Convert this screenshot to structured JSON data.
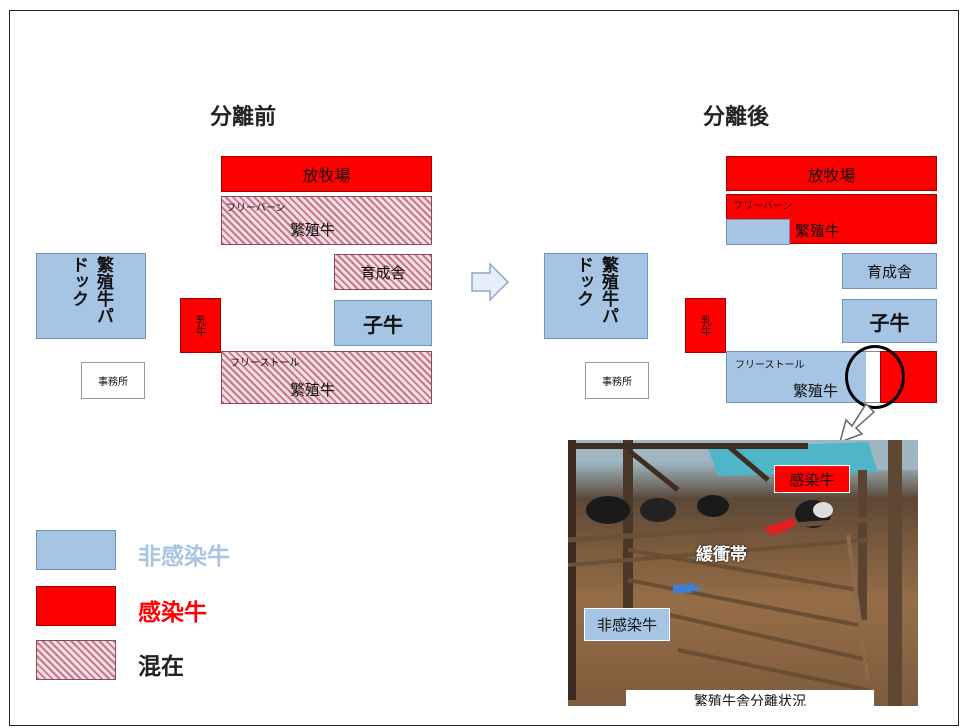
{
  "before": {
    "heading": "分離前",
    "pasture": "放牧場",
    "freebarn_small": "フリーバーン",
    "freebarn_cattle": "繁殖牛",
    "paddock": "繁殖牛パドック",
    "rearing": "育成舎",
    "dairy": "乳牛",
    "calf": "子牛",
    "office": "事務所",
    "freestall_small": "フリーストール",
    "freestall_cattle": "繁殖牛"
  },
  "after": {
    "heading": "分離後",
    "pasture": "放牧場",
    "freebarn_small": "フリーバーン",
    "freebarn_cattle": "繁殖牛",
    "paddock": "繁殖牛パドック",
    "rearing": "育成舎",
    "dairy": "乳牛",
    "calf": "子牛",
    "office": "事務所",
    "freestall_small": "フリーストール",
    "freestall_cattle": "繁殖牛"
  },
  "photo": {
    "infected_label": "感染牛",
    "buffer_label": "緩衝帯",
    "non_infected_label": "非感染牛",
    "caption": "繁殖牛舎分離状況"
  },
  "legend": [
    {
      "label": "非感染牛",
      "swatch": "blue",
      "color": "#a6c4e4"
    },
    {
      "label": "感染牛",
      "swatch": "red",
      "color": "#ff0000"
    },
    {
      "label": "混在",
      "swatch": "hatch",
      "color": "#222222"
    }
  ],
  "colors": {
    "non_infected": "#a6c4e4",
    "infected": "#ff0000",
    "mixed": "#c3788c"
  }
}
